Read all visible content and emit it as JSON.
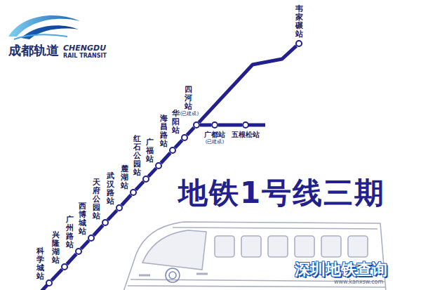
{
  "diagram": {
    "title": "地铁1号线三期",
    "nodes": [
      {
        "text": [
          "科学城站"
        ]
      },
      {
        "text": [
          "兴隆湖站"
        ]
      },
      {
        "text": [
          "广州路站"
        ]
      },
      {
        "text": [
          "西博城站"
        ]
      },
      {
        "text": [
          "天府公园站"
        ]
      },
      {
        "text": [
          "武汉路站"
        ]
      },
      {
        "text": [
          "麓湖站"
        ]
      },
      {
        "text": [
          "红石公园站"
        ]
      },
      {
        "text": [
          "广福站"
        ]
      },
      {
        "text": [
          "海昌路站"
        ]
      },
      {
        "text": [
          "华阳站"
        ]
      },
      {
        "text": [
          "四河站",
          "(已建成)"
        ]
      },
      {
        "text": [
          "广都站",
          "(已建成)"
        ]
      },
      {
        "text": [
          "五根松站"
        ]
      },
      {
        "text": [
          "韦家碾站"
        ]
      }
    ],
    "edges": [
      {
        "from": 0,
        "to": 1,
        "arrow": "none"
      },
      {
        "from": 1,
        "to": 2,
        "arrow": "none"
      },
      {
        "from": 2,
        "to": 3,
        "arrow": "none"
      },
      {
        "from": 3,
        "to": 4,
        "arrow": "none"
      },
      {
        "from": 4,
        "to": 5,
        "arrow": "none"
      },
      {
        "from": 5,
        "to": 6,
        "arrow": "none"
      },
      {
        "from": 6,
        "to": 7,
        "arrow": "none"
      },
      {
        "from": 7,
        "to": 8,
        "arrow": "none"
      },
      {
        "from": 8,
        "to": 9,
        "arrow": "none"
      },
      {
        "from": 9,
        "to": 10,
        "arrow": "none"
      },
      {
        "from": 10,
        "to": 11,
        "arrow": "none"
      },
      {
        "from": 11,
        "to": 12,
        "arrow": "none"
      },
      {
        "from": 12,
        "to": 13,
        "arrow": "none"
      },
      {
        "from": 11,
        "to": 14,
        "arrow": "none"
      }
    ],
    "labels": [
      "成都轨道",
      "CHENGDU",
      "RAIL TRANSIT",
      "深圳地铁查询",
      "www.kanxsw.com"
    ]
  }
}
